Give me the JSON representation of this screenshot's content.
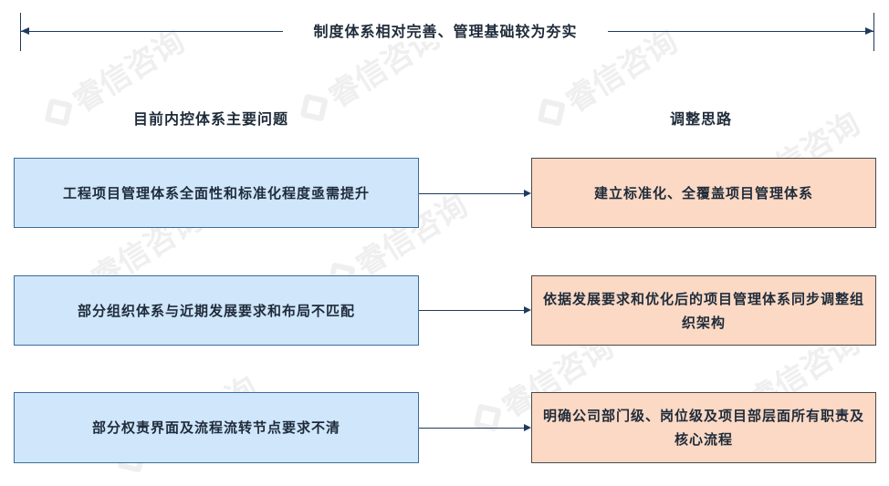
{
  "title": "制度体系相对完善、管理基础较为夯实",
  "headings": {
    "problems": "目前内控体系主要问题",
    "solutions": "调整思路"
  },
  "rows": [
    {
      "problem": "工程项目管理体系全面性和标准化程度亟需提升",
      "solution": "建立标准化、全覆盖项目管理体系"
    },
    {
      "problem": "部分组织体系与近期发展要求和布局不匹配",
      "solution": "依据发展要求和优化后的项目管理体系同步调整组织架构"
    },
    {
      "problem": "部分权责界面及流程流转节点要求不清",
      "solution": "明确公司部门级、岗位级及项目部层面所有职责及核心流程"
    }
  ],
  "watermark": "睿信咨询",
  "colors": {
    "problem_fill": "#cfe6fb",
    "solution_fill": "#fbd9c4",
    "line": "#1f3a5f"
  }
}
